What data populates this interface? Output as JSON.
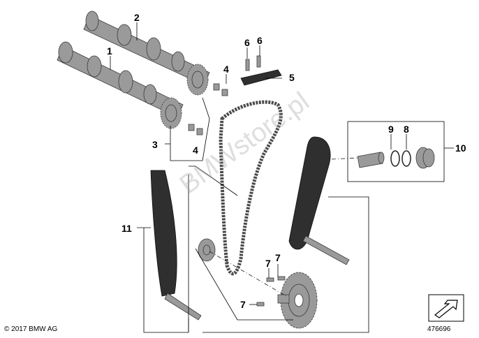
{
  "callouts": {
    "c1": "1",
    "c2": "2",
    "c3": "3",
    "c4a": "4",
    "c4b": "4",
    "c5": "5",
    "c6a": "6",
    "c6b": "6",
    "c7a": "7",
    "c7b": "7",
    "c7c": "7",
    "c8": "8",
    "c9": "9",
    "c10": "10",
    "c11": "11"
  },
  "footer": {
    "copyright": "© 2017 BMW AG",
    "diagram_id": "476696"
  },
  "watermark": "BMWstore.pl",
  "icons": {
    "nav": "arrow-box-icon"
  },
  "colors": {
    "part": "#9a9a9a",
    "dark_part": "#2f2f2f",
    "line": "#000000"
  }
}
